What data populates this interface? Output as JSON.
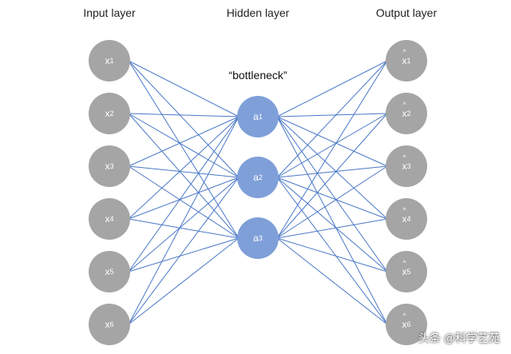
{
  "labels": {
    "input_layer": "Input layer",
    "hidden_layer": "Hidden layer",
    "output_layer": "Output layer",
    "bottleneck": "“bottleneck”"
  },
  "input_nodes": [
    {
      "var": "x",
      "sub": "1"
    },
    {
      "var": "x",
      "sub": "2"
    },
    {
      "var": "x",
      "sub": "3"
    },
    {
      "var": "x",
      "sub": "4"
    },
    {
      "var": "x",
      "sub": "5"
    },
    {
      "var": "x",
      "sub": "6"
    }
  ],
  "hidden_nodes": [
    {
      "var": "a",
      "sub": "1"
    },
    {
      "var": "a",
      "sub": "2"
    },
    {
      "var": "a",
      "sub": "3"
    }
  ],
  "output_nodes": [
    {
      "var": "x",
      "sub": "1"
    },
    {
      "var": "x",
      "sub": "2"
    },
    {
      "var": "x",
      "sub": "3"
    },
    {
      "var": "x",
      "sub": "4"
    },
    {
      "var": "x",
      "sub": "5"
    },
    {
      "var": "x",
      "sub": "6"
    }
  ],
  "colors": {
    "io_node": "#a5a5a5",
    "hidden_node": "#7f9fd9",
    "edge": "#4a78c7"
  },
  "watermark": "头条 @科学艺苑"
}
